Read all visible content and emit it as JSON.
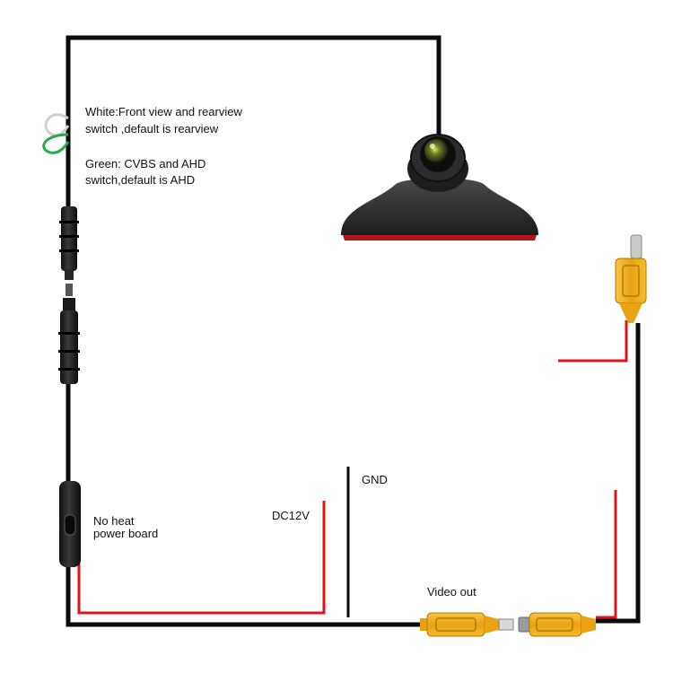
{
  "labels": {
    "white_line1": "White:Front view and rearview",
    "white_line2": "switch ,default is rearview",
    "green_line1": "Green: CVBS and AHD",
    "green_line2": "switch,default is AHD",
    "no_heat_line1": "No heat",
    "no_heat_line2": "power board",
    "dc12v": "DC12V",
    "gnd": "GND",
    "video_out": "Video out"
  },
  "colors": {
    "cable": "#0a0a0a",
    "power_wire": "#e0121b",
    "rca_yellow": "#f3b11f",
    "camera_body": "#2b2b2b",
    "camera_base_stripe": "#b01818",
    "loop_white": "#cfcfcf",
    "loop_green": "#2aa84a"
  },
  "icons": {
    "camera": "side-view-camera-icon",
    "rca_plug": "rca-plug-icon",
    "rca_socket": "rca-socket-icon"
  }
}
